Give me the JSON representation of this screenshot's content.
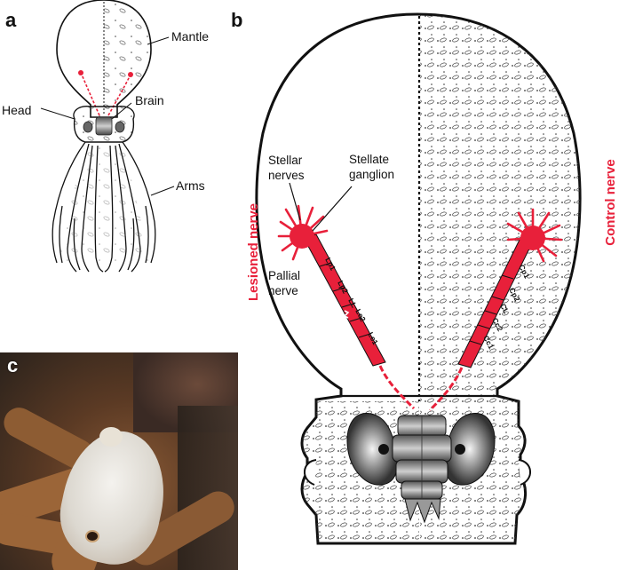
{
  "panels": {
    "a": "a",
    "b": "b",
    "c": "c"
  },
  "panel_a": {
    "mantle_label": "Mantle",
    "head_label": "Head",
    "brain_label": "Brain",
    "arms_label": "Arms"
  },
  "panel_b": {
    "stellar_nerves_label": [
      "Stellar",
      "nerves"
    ],
    "stellate_ganglion_label": [
      "Stellate",
      "ganglion"
    ],
    "pallial_nerve_label": [
      "Pallial",
      "nerve"
    ],
    "lesioned_side_label": "Lesioned nerve",
    "control_side_label": "Control nerve",
    "lesioned_segments": [
      "Lp1",
      "Lp2",
      "LL",
      "Lc2",
      "Lc1"
    ],
    "control_segments": [
      "Cp1",
      "Cp2",
      "CL",
      "Cc2",
      "Cc1"
    ],
    "accent_color": "#e8203a"
  },
  "panel_c": {
    "photo": "octopus-with-pale-mantle-photo"
  }
}
